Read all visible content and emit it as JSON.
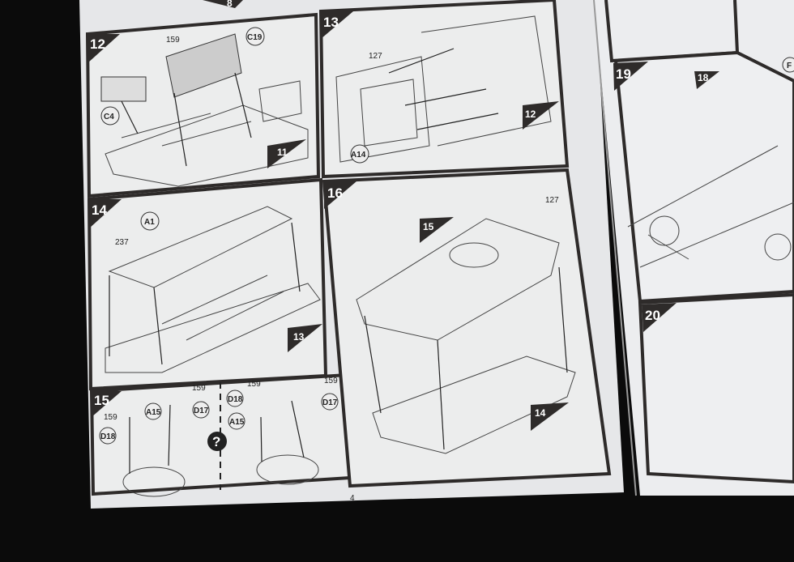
{
  "colors": {
    "background": "#0b0b0b",
    "paper": "#e9eaec",
    "border": "#2e2b2a",
    "ink": "#222222"
  },
  "left_page": {
    "page_number": "4",
    "steps": [
      {
        "number": "12",
        "ref_step": "11",
        "parts": [
          "159",
          "C19",
          "C4"
        ]
      },
      {
        "number": "13",
        "ref_step": "12",
        "parts": [
          "127",
          "A14"
        ]
      },
      {
        "number": "14",
        "ref_step": "13",
        "parts": [
          "A1",
          "237"
        ]
      },
      {
        "number": "15",
        "parts": [
          "159",
          "159",
          "A15",
          "D17",
          "D18",
          "159",
          "159",
          "D18",
          "A15",
          "D17"
        ],
        "option_icon": "?"
      },
      {
        "number": "16",
        "ref_step": "14",
        "ref_step_top": "15",
        "parts": [
          "127"
        ]
      }
    ],
    "partial_top_ref": "8"
  },
  "right_page": {
    "steps": [
      {
        "number": "19",
        "ref_step": "18"
      },
      {
        "number": "20"
      }
    ],
    "partial_part": "F"
  }
}
